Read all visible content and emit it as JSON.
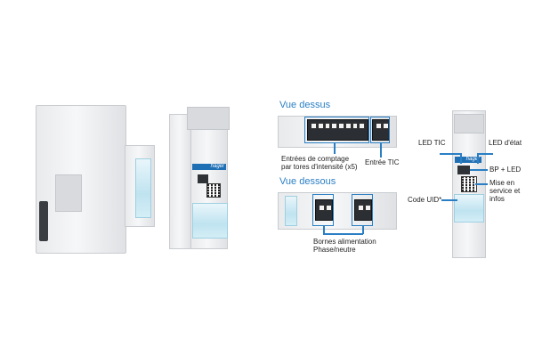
{
  "views": {
    "top_title": "Vue dessus",
    "bottom_title": "Vue dessous"
  },
  "device_brand": "hager",
  "labels": {
    "counting_inputs": "Entrées de comptage\npar tores d'intensité (x5)",
    "tic_input": "Entrée TIC",
    "power_terminals": "Bornes alimentation\nPhase/neutre",
    "led_tic": "LED TIC",
    "led_state": "LED d'état",
    "bp_led": "BP + LED",
    "commissioning": "Mise en\nservice et\ninfos",
    "uid_code": "Code UID*"
  },
  "colors": {
    "accent": "#2a7fc4",
    "brand": "#1f6fb5",
    "translucent": "#bfe3f0"
  }
}
